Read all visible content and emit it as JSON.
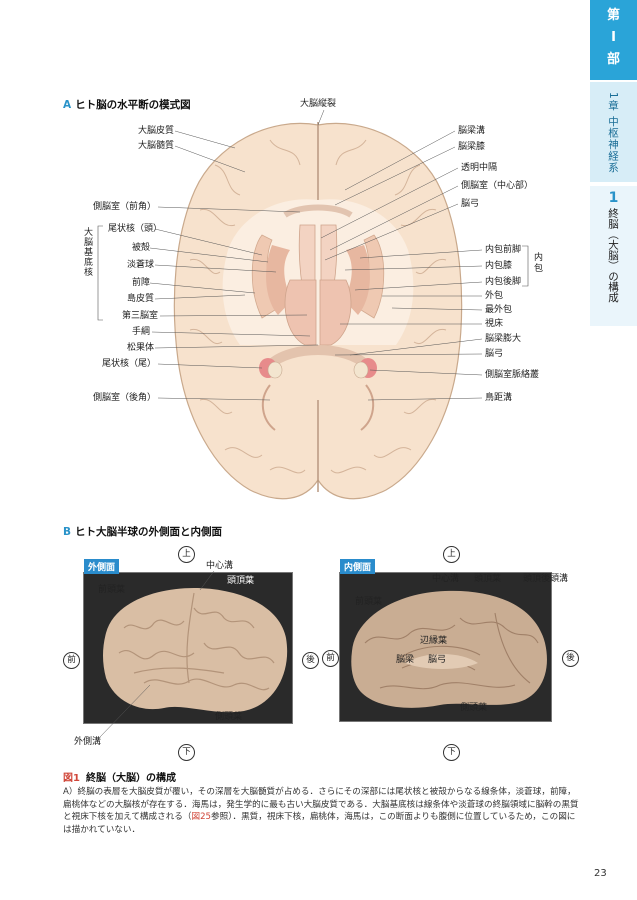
{
  "side": {
    "part_top": "第",
    "part_num": "I",
    "part_bottom": "部",
    "chapter": "1章 中枢神経系",
    "section_num": "1",
    "section_title": "終脳（大脳）の構成"
  },
  "sectionA": {
    "letter": "A",
    "title": "ヒト脳の水平断の模式図",
    "top_label": "大脳縦裂",
    "left_labels": [
      "大脳皮質",
      "大脳髄質",
      "側脳室（前角）",
      "尾状核（頭）",
      "被殻",
      "淡蒼球",
      "前障",
      "島皮質",
      "第三脳室",
      "手綱",
      "松果体",
      "尾状核（尾）",
      "側脳室（後角）"
    ],
    "basal_group": "大脳基底核",
    "right_labels": [
      "脳梁溝",
      "脳梁膝",
      "透明中隔",
      "側脳室（中心部）",
      "脳弓",
      "内包前脚",
      "内包膝",
      "内包後脚",
      "外包",
      "最外包",
      "視床",
      "脳梁膨大",
      "脳弓",
      "側脳室脈絡叢",
      "鳥距溝"
    ],
    "capsule_group": "内包"
  },
  "sectionB": {
    "letter": "B",
    "title": "ヒト大脳半球の外側面と内側面",
    "left_photo": {
      "tag": "外側面",
      "up": "上",
      "down": "下",
      "front": "前",
      "back": "後",
      "labels": [
        "中心溝",
        "頭頂葉",
        "前頭葉",
        "側頭葉",
        "外側溝"
      ]
    },
    "right_photo": {
      "tag": "内側面",
      "up": "上",
      "down": "下",
      "front": "前",
      "back": "後",
      "labels": [
        "中心溝",
        "頭頂葉",
        "頭頂後頭溝",
        "前頭葉",
        "辺縁葉",
        "脳梁",
        "脳弓",
        "側頭葉"
      ]
    }
  },
  "caption": {
    "fig": "図1",
    "title": "終脳（大脳）の構成",
    "text_1": "A）終脳の表層を大脳皮質が覆い，その深層を大脳髄質が占める．さらにその深部には尾状核と被殻からなる線条体，淡蒼球，前障，扁桃体などの大脳核が存在する．海馬は，発生学的に最も古い大脳皮質である．大脳基底核は線条体や淡蒼球の終脳領域に脳幹の黒質と視床下核を加えて構成される（",
    "ref": "図25",
    "text_2": "参照）．黒質，視床下核，扁桃体，海馬は，この断面よりも腹側に位置しているため，この図には描かれていない．"
  },
  "page_number": "23",
  "colors": {
    "accent": "#2aa4d8",
    "red": "#d0473a",
    "brain": "#f6e0cb"
  }
}
